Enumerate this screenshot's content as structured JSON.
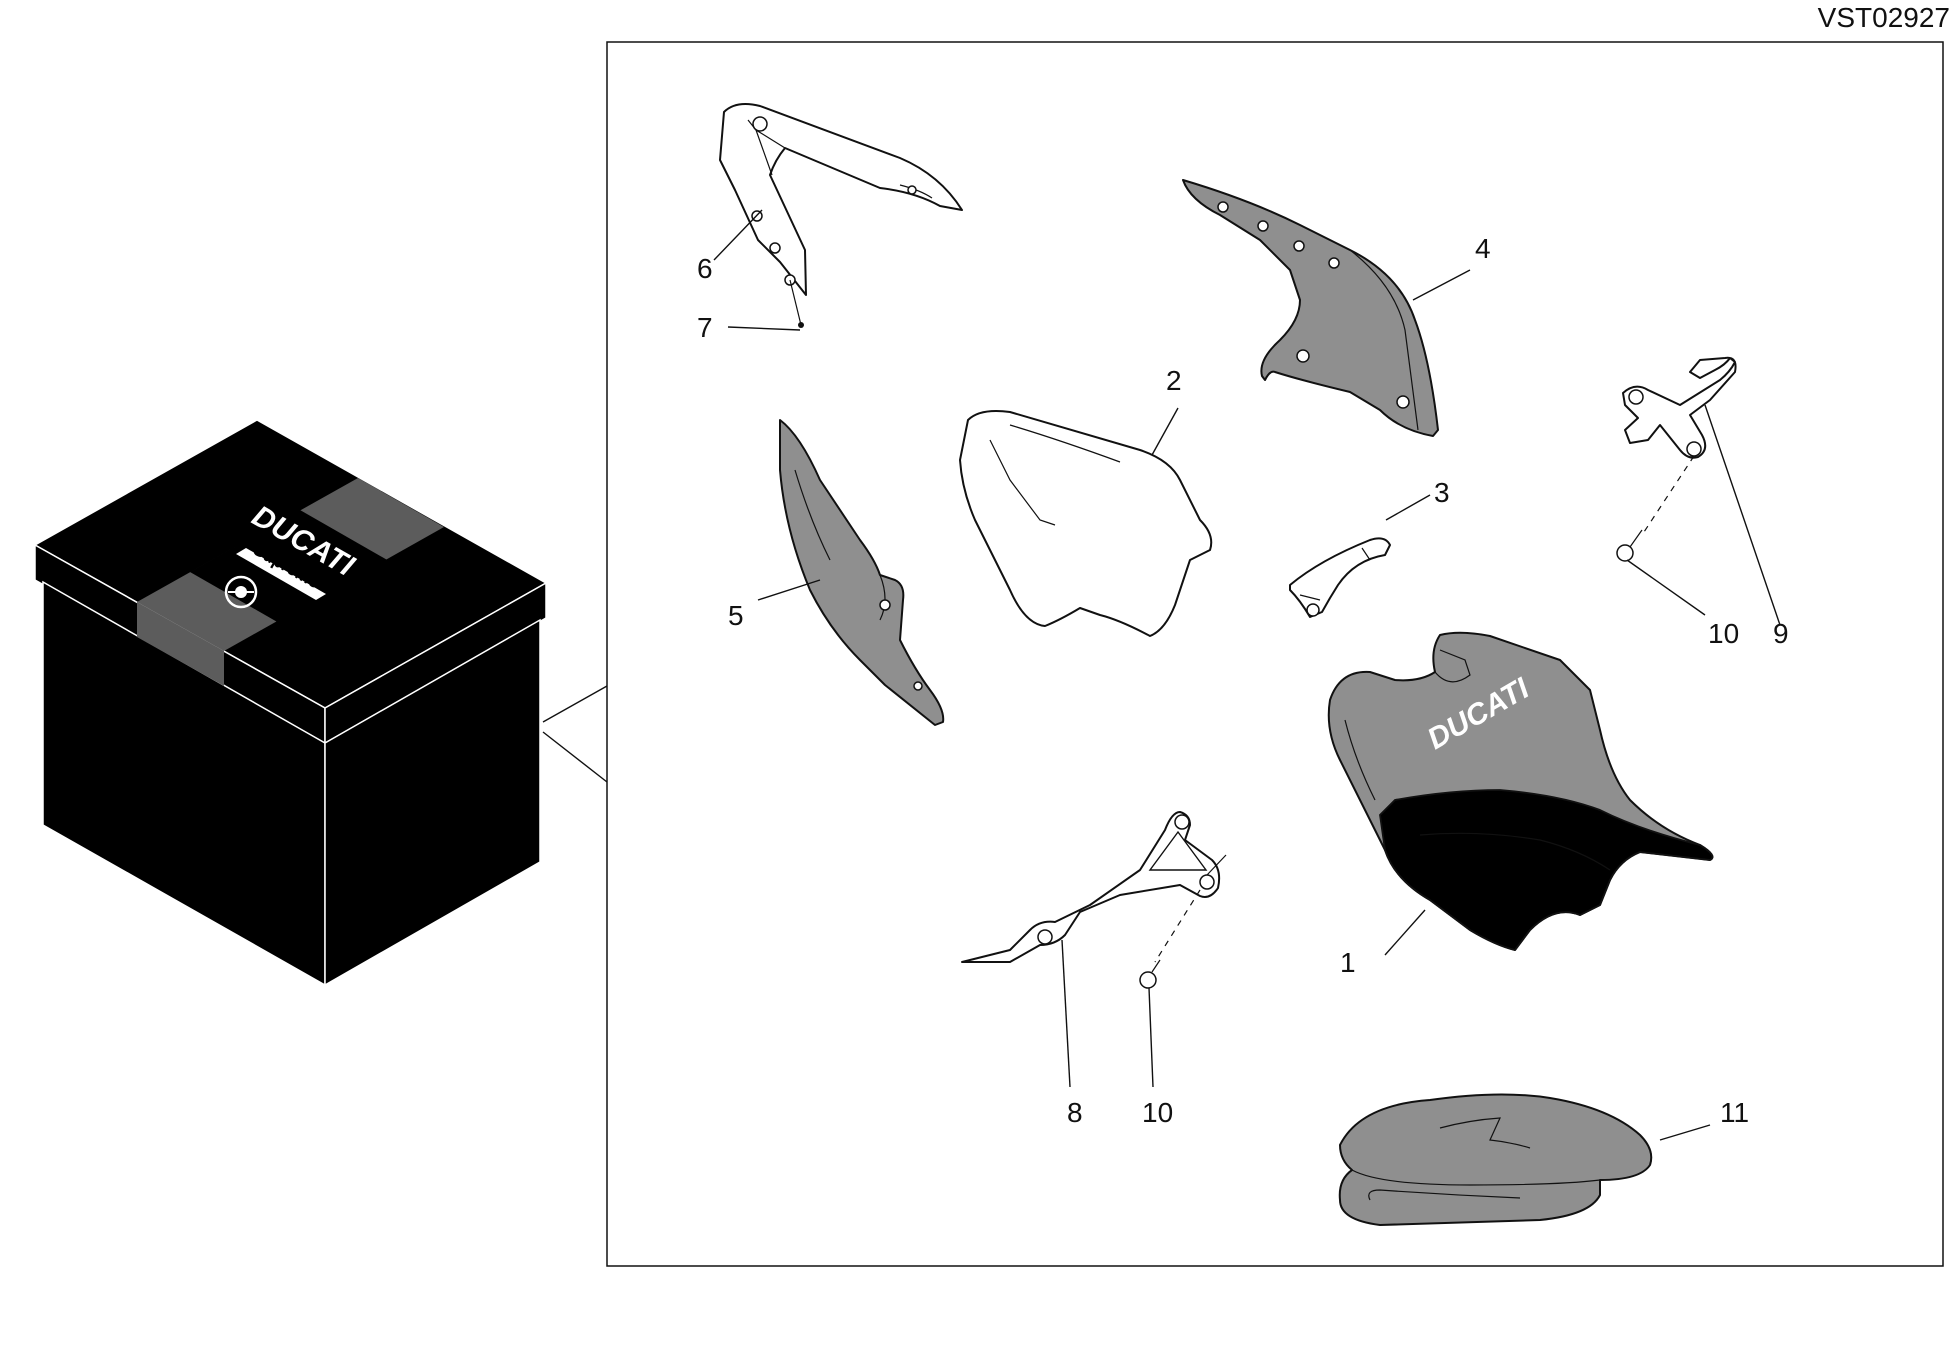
{
  "reference_code": "VST02927",
  "box": {
    "brand": "DUCATI",
    "line": "Supreme"
  },
  "seat_brand": "DUCATI",
  "callouts": [
    {
      "id": "c1",
      "text": "1"
    },
    {
      "id": "c2",
      "text": "2"
    },
    {
      "id": "c3",
      "text": "3"
    },
    {
      "id": "c4",
      "text": "4"
    },
    {
      "id": "c5",
      "text": "5"
    },
    {
      "id": "c6",
      "text": "6"
    },
    {
      "id": "c7",
      "text": "7"
    },
    {
      "id": "c8",
      "text": "8"
    },
    {
      "id": "c9",
      "text": "9"
    },
    {
      "id": "c10a",
      "text": "10"
    },
    {
      "id": "c10b",
      "text": "10"
    },
    {
      "id": "c11",
      "text": "11"
    }
  ],
  "colors": {
    "part_fill": "#8f8f8f",
    "part_fill_light": "#ffffff",
    "box_black": "#000000",
    "box_band": "#5c5c5c",
    "line": "#111111"
  }
}
